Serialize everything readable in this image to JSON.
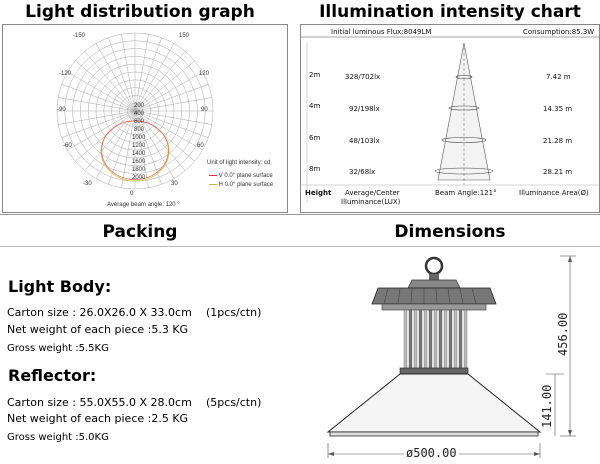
{
  "headers": {
    "light_dist": "Light distribution graph",
    "illum": "Illumination intensity chart",
    "packing": "Packing",
    "dimensions": "Dimensions"
  },
  "polar": {
    "angle_labels": [
      "-150",
      "150",
      "-120",
      "120",
      "-90",
      "90",
      "-60",
      "60",
      "-30",
      "30",
      "0"
    ],
    "radial_labels": [
      "200",
      "400",
      "600",
      "800",
      "1000",
      "1200",
      "1400",
      "1600",
      "1800",
      "2000"
    ],
    "legend_title": "Unit of light intensity: cd",
    "legend_v": "V  0.0° plane surface",
    "legend_h": "H  0.0° plane surface",
    "beam_angle": "Average beam angle: 120 °"
  },
  "illum": {
    "flux": "Initial luminous Flux:8049LM",
    "consumption": "Consumption:85.3W",
    "rows": [
      {
        "height": "2m",
        "lux": "328/702lx",
        "area": "7.42 m"
      },
      {
        "height": "4m",
        "lux": "92/198lx",
        "area": "14.35 m"
      },
      {
        "height": "6m",
        "lux": "48/103lx",
        "area": "21.28 m"
      },
      {
        "height": "8m",
        "lux": "32/68lx",
        "area": "28.21 m"
      }
    ],
    "col_height": "Height",
    "col_avg": "Average/Center",
    "col_avg2": "Illuminance(LUX)",
    "col_beam": "Beam Angle:121°",
    "col_area": "Illuminance Area(Ø)"
  },
  "packing": {
    "light_body_title": "Light Body:",
    "lb_carton": "Carton size : 26.0X26.0 X 33.0cm",
    "lb_pcs": "(1pcs/ctn)",
    "lb_net": "Net weight of each piece :5.3 KG",
    "lb_gross": "Gross weight :5.5KG",
    "reflector_title": "Reflector:",
    "rf_carton": "Carton size : 55.0X55.0 X 28.0cm",
    "rf_pcs": "(5pcs/ctn)",
    "rf_net": "Net weight of each piece :2.5 KG",
    "rf_gross": "Gross weight :5.0KG"
  },
  "dims": {
    "height": "456.00",
    "reflector_h": "141.00",
    "diameter": "ø500.00"
  }
}
